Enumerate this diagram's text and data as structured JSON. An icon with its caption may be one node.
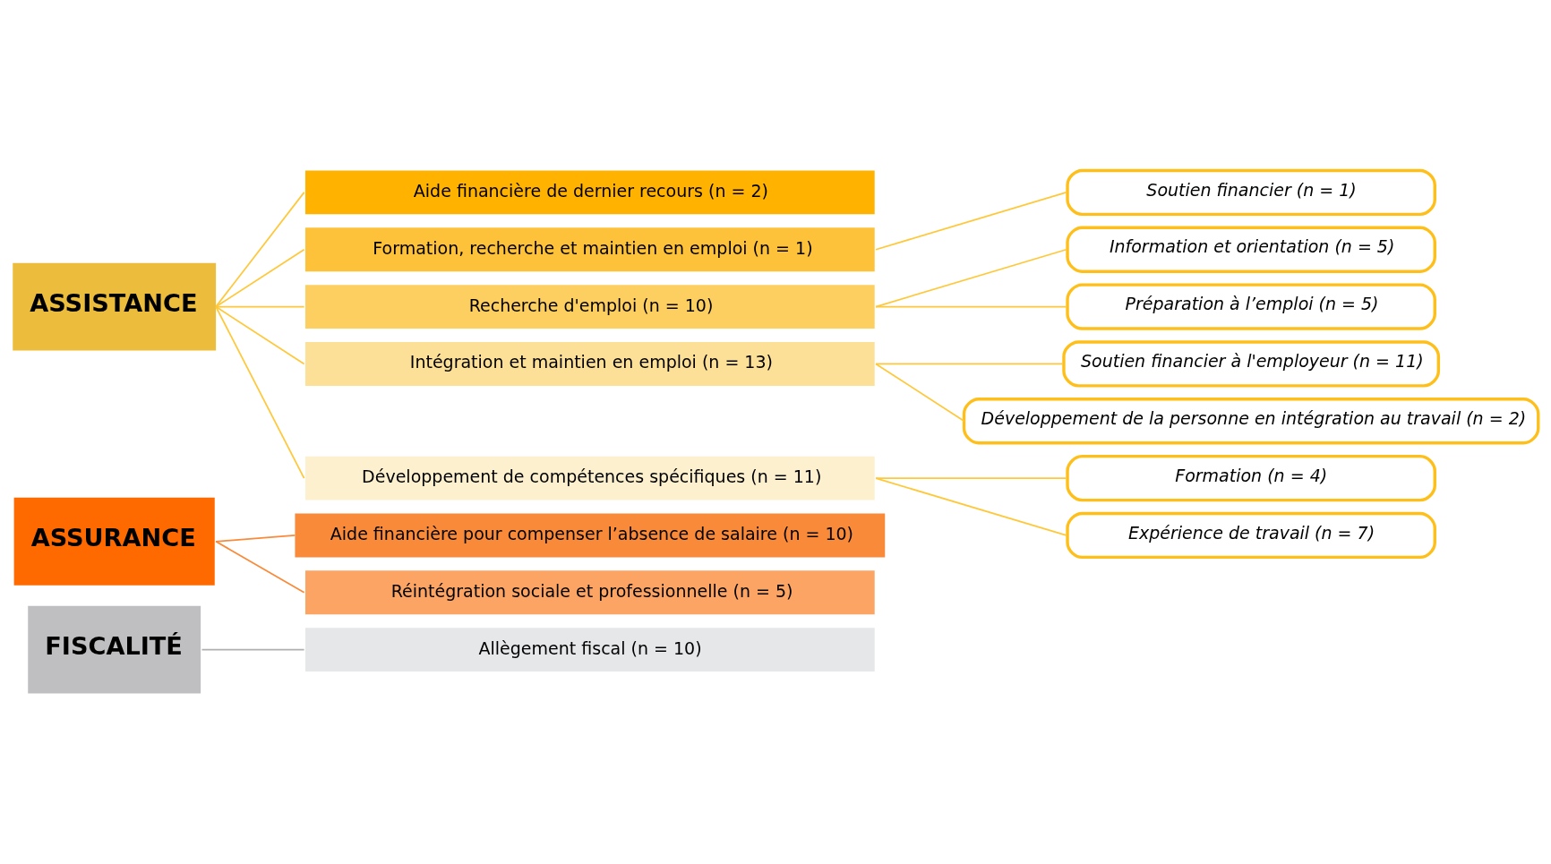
{
  "diagram": {
    "nodes": [
      {
        "text": [
          "FISCALITÉ"
        ]
      },
      {
        "text": [
          "Allègement fiscal (n = 10)"
        ]
      },
      {
        "text": [
          "ASSURANCE"
        ]
      },
      {
        "text": [
          "Aide financière pour compenser l’absence de salaire (n = 10)"
        ]
      },
      {
        "text": [
          "Réintégration sociale et professionnelle (n = 5)"
        ]
      },
      {
        "text": [
          "ASSISTANCE"
        ]
      },
      {
        "text": [
          "Aide financière de dernier recours (n = 2)"
        ]
      },
      {
        "text": [
          "Formation, recherche et maintien en emploi (n = 1)"
        ]
      },
      {
        "text": [
          "Recherche d'emploi (n = 10)"
        ]
      },
      {
        "text": [
          "Intégration et maintien en emploi (n = 13)"
        ]
      },
      {
        "text": [
          "Développement de compétences spécifiques (n = 11)"
        ]
      },
      {
        "text": [
          "Soutien financier (n = 1)"
        ]
      },
      {
        "text": [
          "Information et orientation (n = 5)"
        ]
      },
      {
        "text": [
          "Préparation à l’emploi (n = 5)"
        ]
      },
      {
        "text": [
          "Soutien financier à l'employeur (n = 11)"
        ]
      },
      {
        "text": [
          "Développement de la personne en intégration au travail (n = 2)"
        ]
      },
      {
        "text": [
          "Formation (n = 4)"
        ]
      },
      {
        "text": [
          "Expérience de travail (n = 7)"
        ]
      }
    ],
    "edges": [
      {
        "from": 0,
        "to": 1,
        "arrow": "none",
        "color": "#b0b0b0"
      },
      {
        "from": 2,
        "to": 3,
        "arrow": "none",
        "color": "#f98a3a"
      },
      {
        "from": 2,
        "to": 4,
        "arrow": "none",
        "color": "#f98a3a"
      },
      {
        "from": 5,
        "to": 6,
        "arrow": "none"
      },
      {
        "from": 5,
        "to": 7,
        "arrow": "none"
      },
      {
        "from": 5,
        "to": 8,
        "arrow": "none"
      },
      {
        "from": 5,
        "to": 9,
        "arrow": "none"
      },
      {
        "from": 5,
        "to": 10,
        "arrow": "none"
      },
      {
        "from": 7,
        "to": 11,
        "arrow": "none"
      },
      {
        "from": 8,
        "to": 12,
        "arrow": "none"
      },
      {
        "from": 8,
        "to": 13,
        "arrow": "none"
      },
      {
        "from": 9,
        "to": 14,
        "arrow": "none"
      },
      {
        "from": 9,
        "to": 15,
        "arrow": "none"
      },
      {
        "from": 10,
        "to": 16,
        "arrow": "none"
      },
      {
        "from": 10,
        "to": 17,
        "arrow": "none"
      }
    ]
  }
}
